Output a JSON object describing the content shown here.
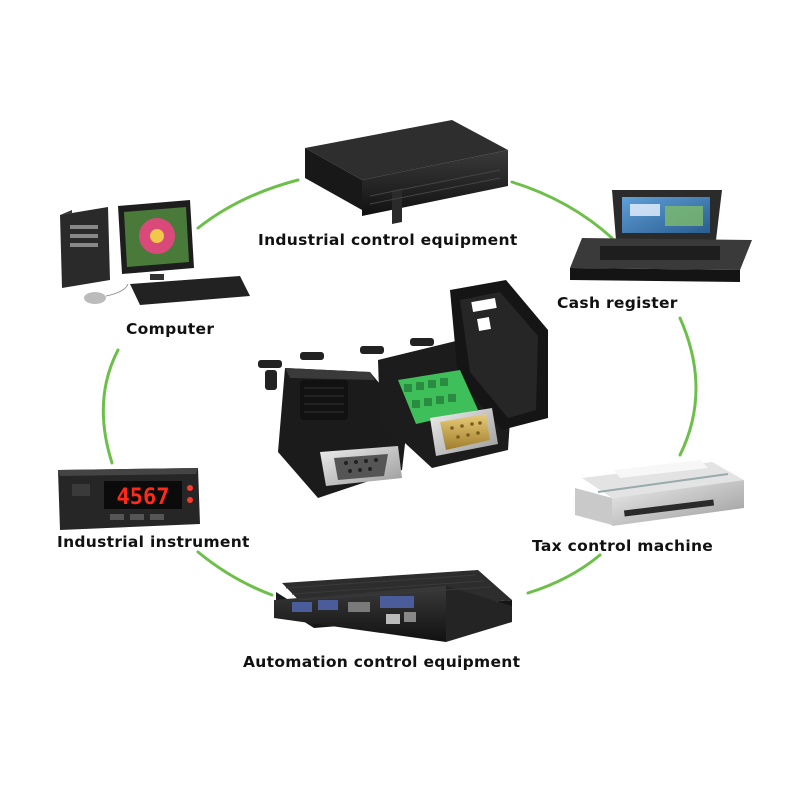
{
  "labels": {
    "industrial_control": "Industrial control equipment",
    "cash_register": "Cash register",
    "computer": "Computer",
    "tax_control": "Tax control machine",
    "industrial_instrument": "Industrial instrument",
    "automation": "Automation control equipment"
  },
  "instrument_display": "4567",
  "colors": {
    "ring": "#6cc04a",
    "text": "#111111",
    "device_dark": "#1c1c1c",
    "terminal_green": "#3fbf5a",
    "connector_gold": "#c9a54a"
  },
  "icons": [
    "server-rack-icon",
    "laptop-icon",
    "desktop-computer-icon",
    "printer-icon",
    "panel-meter-icon",
    "fanless-pc-icon",
    "db9-connector-icon"
  ]
}
